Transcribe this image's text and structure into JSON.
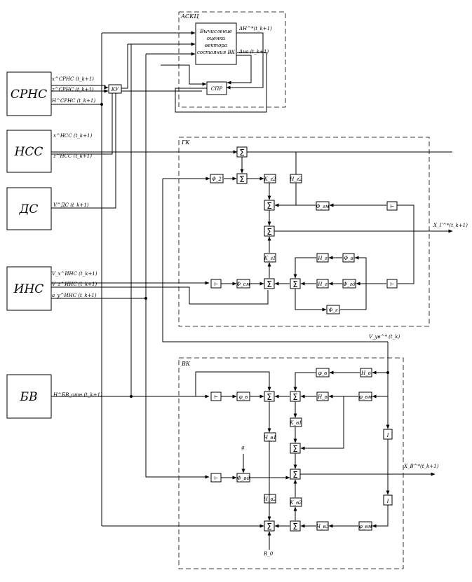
{
  "sources": [
    {
      "name": "СРНС"
    },
    {
      "name": "НСС"
    },
    {
      "name": "ДС"
    },
    {
      "name": "ИНС"
    },
    {
      "name": "БВ"
    }
  ],
  "signals": {
    "srns": [
      "x^СРНС (t_k+1)",
      "z^СРНС (t_k+1)",
      "H^СРНС (t_k+1)"
    ],
    "nss": [
      "x^НСС (t_k+1)",
      "z^НСС (t_k+1)"
    ],
    "ds": [
      "V^ДС (t_k+1)"
    ],
    "ins": [
      "V_x^ИНС (t_k+1)",
      "V_z^ИНС (t_k+1)",
      "a_y^ИНС (t_k+1)"
    ],
    "bv": [
      "H^БВ_отн (t_k+1)"
    ],
    "vz": "V_yв^* (t_k)",
    "xg": "X_Г^*(t_k+1)",
    "xv": "X_В^*(t_k+1)",
    "g": "g",
    "r0": "R_0"
  },
  "ascc": {
    "title": "АСКЦ",
    "compute": [
      "Вычисление",
      "оценки",
      "вектора",
      "состояния ВК"
    ],
    "spr": "СПР",
    "ku": "КУ",
    "dh": "ΔH^*(t_k+1)",
    "dua": "Δυa (t_k+1)"
  },
  "gk": {
    "title": "ГК",
    "sum": "Σ",
    "phi2": "Φ_2",
    "kg2": "K_г2",
    "hg2": "H_г2",
    "kg1": "K_г1",
    "phiv": "Φ_в",
    "hg": "H_г",
    "phig": "Φ_г",
    "phigm": "Φ_гм",
    "phi_cu": "Φ_см",
    "phi_rd": "Φ_гд",
    "hg_low": "H_г"
  },
  "vk": {
    "title": "ВК",
    "sum": "Σ",
    "phi_v": "φ_в",
    "phi_vt": "φ_в",
    "hv": "H_в",
    "hv2": "H_в",
    "phi_vm": "φ_вм",
    "kv1": "K_в1",
    "hv1": "H_в1",
    "phi_vd": "Φ_вд",
    "hv2b": "H_в2",
    "kv2": "K_в2",
    "hv3": "H_в3",
    "phi_vm2": "φ_вм",
    "integ": "I"
  }
}
